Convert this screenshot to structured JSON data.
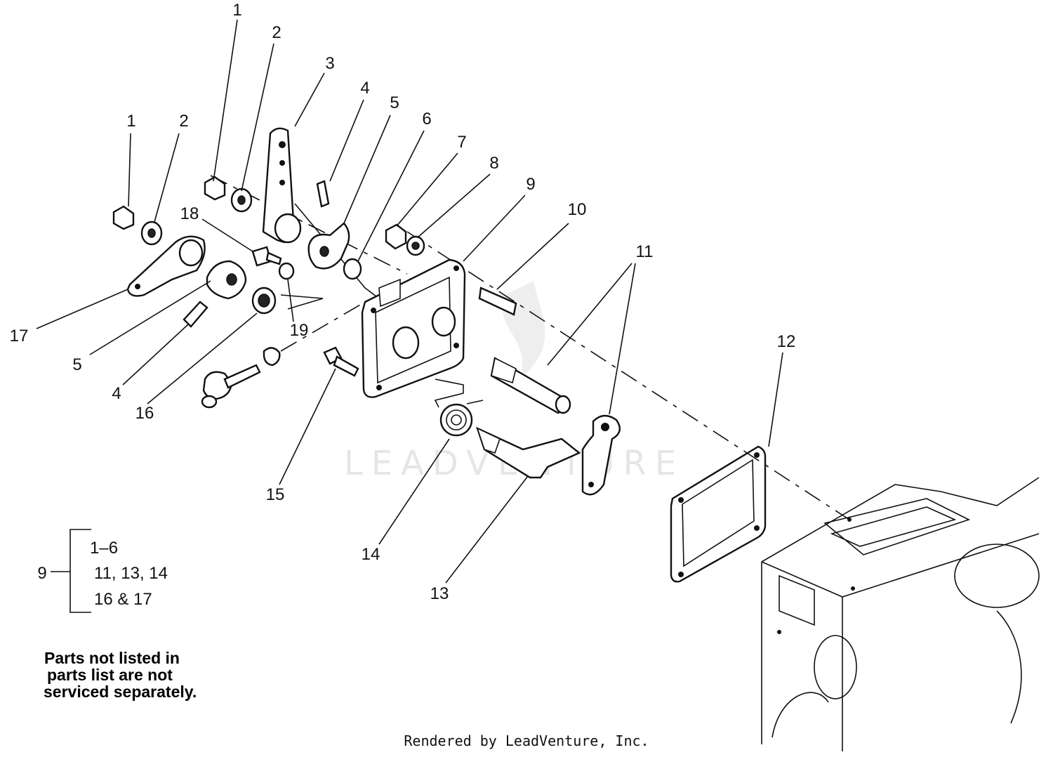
{
  "callouts": [
    {
      "id": "c1a",
      "text": "1"
    },
    {
      "id": "c2a",
      "text": "2"
    },
    {
      "id": "c3",
      "text": "3"
    },
    {
      "id": "c4a",
      "text": "4"
    },
    {
      "id": "c5a",
      "text": "5"
    },
    {
      "id": "c6",
      "text": "6"
    },
    {
      "id": "c7",
      "text": "7"
    },
    {
      "id": "c8",
      "text": "8"
    },
    {
      "id": "c9",
      "text": "9"
    },
    {
      "id": "c10",
      "text": "10"
    },
    {
      "id": "c11",
      "text": "11"
    },
    {
      "id": "c12",
      "text": "12"
    },
    {
      "id": "c1b",
      "text": "1"
    },
    {
      "id": "c2b",
      "text": "2"
    },
    {
      "id": "c18",
      "text": "18"
    },
    {
      "id": "c17",
      "text": "17"
    },
    {
      "id": "c5b",
      "text": "5"
    },
    {
      "id": "c4b",
      "text": "4"
    },
    {
      "id": "c16",
      "text": "16"
    },
    {
      "id": "c19",
      "text": "19"
    },
    {
      "id": "c15",
      "text": "15"
    },
    {
      "id": "c14",
      "text": "14"
    },
    {
      "id": "c13",
      "text": "13"
    }
  ],
  "legend": {
    "parent": "9",
    "lines": [
      "1–6",
      "11, 13, 14",
      "16 & 17"
    ]
  },
  "note": {
    "lines": [
      "Parts not listed in",
      "parts list are not",
      "serviced separately."
    ]
  },
  "credit": "Rendered by LeadVenture, Inc.",
  "watermark": "LEADVENTURE"
}
